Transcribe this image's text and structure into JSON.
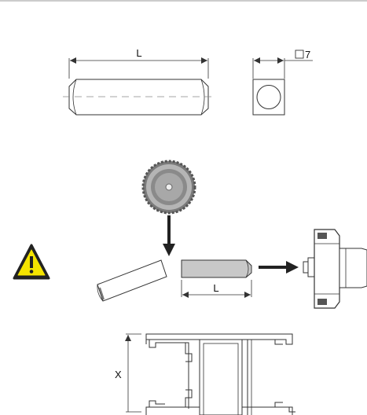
{
  "diagram": {
    "dimension_length_label": "L",
    "dimension_square_label": "7",
    "cut_length_label": "L",
    "profile_height_label": "X"
  },
  "colors": {
    "line": "#333333",
    "warning_yellow": "#f5e400",
    "blade_gray": "#9a9a9a",
    "part_gray": "#c8c8c8"
  },
  "icons": [
    "saw-blade-icon",
    "warning-icon",
    "arrow-down-icon",
    "arrow-right-icon"
  ]
}
